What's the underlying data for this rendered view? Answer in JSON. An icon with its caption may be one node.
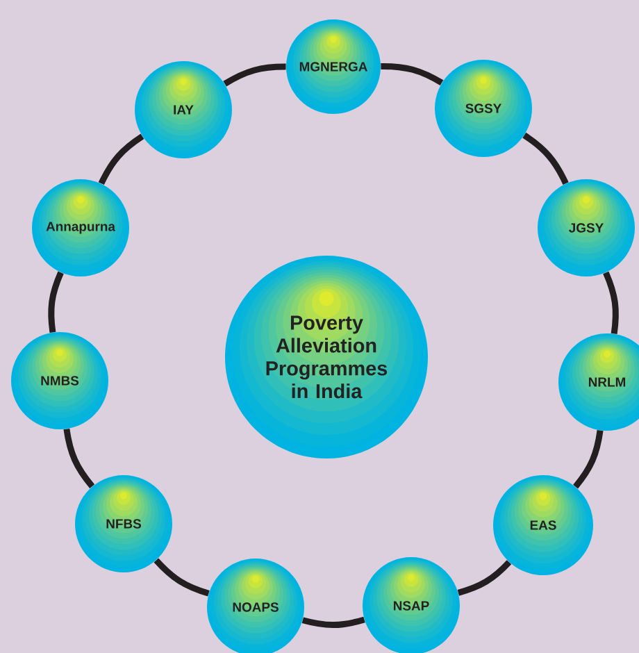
{
  "diagram": {
    "nodes": [
      {
        "text": [
          "Poverty Alleviation Programmes in India"
        ]
      },
      {
        "text": [
          "MGNERGA"
        ]
      },
      {
        "text": [
          "SGSY"
        ]
      },
      {
        "text": [
          "JGSY"
        ]
      },
      {
        "text": [
          "NRLM"
        ]
      },
      {
        "text": [
          "EAS"
        ]
      },
      {
        "text": [
          "NSAP"
        ]
      },
      {
        "text": [
          "NOAPS"
        ]
      },
      {
        "text": [
          "NFBS"
        ]
      },
      {
        "text": [
          "NMBS"
        ]
      },
      {
        "text": [
          "Annapurna"
        ]
      },
      {
        "text": [
          "IAY"
        ]
      }
    ],
    "edges": [
      {
        "from": 1,
        "to": 2,
        "arrow": "none"
      },
      {
        "from": 2,
        "to": 3,
        "arrow": "none"
      },
      {
        "from": 3,
        "to": 4,
        "arrow": "none"
      },
      {
        "from": 4,
        "to": 5,
        "arrow": "none"
      },
      {
        "from": 5,
        "to": 6,
        "arrow": "none"
      },
      {
        "from": 6,
        "to": 7,
        "arrow": "none"
      },
      {
        "from": 7,
        "to": 8,
        "arrow": "none"
      },
      {
        "from": 8,
        "to": 9,
        "arrow": "none"
      },
      {
        "from": 9,
        "to": 10,
        "arrow": "none"
      },
      {
        "from": 10,
        "to": 11,
        "arrow": "none"
      },
      {
        "from": 11,
        "to": 1,
        "arrow": "none"
      }
    ]
  }
}
